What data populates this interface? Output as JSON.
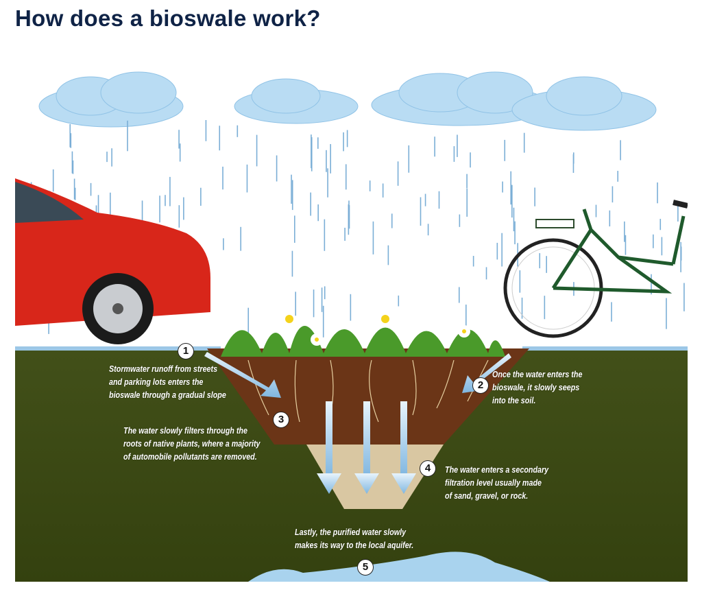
{
  "title": "How does a bioswale work?",
  "steps": [
    {
      "number": "1",
      "text": [
        "Stormwater runoff from streets",
        "and parking lots enters the",
        "bioswale through a gradual slope"
      ]
    },
    {
      "number": "2",
      "text": [
        "Once the water enters the",
        "bioswale, it slowly seeps",
        "into the soil."
      ]
    },
    {
      "number": "3",
      "text": [
        "The water slowly filters through the",
        "roots of native plants, where a majority",
        "of automobile pollutants are removed."
      ]
    },
    {
      "number": "4",
      "text": [
        "The water enters a secondary",
        "filtration level usually made",
        "of sand, gravel, or rock."
      ]
    },
    {
      "number": "5",
      "text": [
        "Lastly, the purified water slowly",
        "makes its way to the local aquifer."
      ]
    }
  ],
  "colors": {
    "title": "#0f2346",
    "ground": "#3c4a18",
    "soil": "#6b3517",
    "gravel": "#d9c7a2",
    "water": "#a9d3ee",
    "car": "#d8261a",
    "bike": "#1f5a2c"
  }
}
